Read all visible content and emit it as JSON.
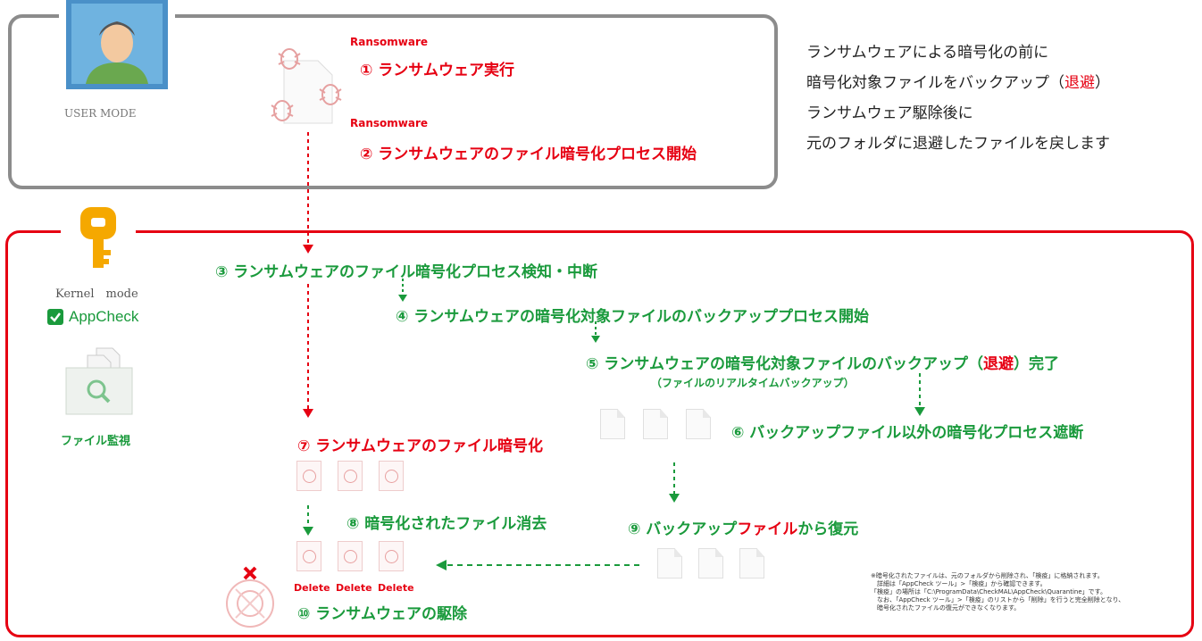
{
  "user_box": {
    "mode_label": "USER MODE",
    "ransomware_tag_1": "Ransomware",
    "step1": "① ランサムウェア実行",
    "ransomware_tag_2": "Ransomware",
    "step2": "② ランサムウェアのファイル暗号化プロセス開始"
  },
  "description": {
    "line1": "ランサムウェアによる暗号化の前に",
    "line2_a": "暗号化対象ファイルをバックアップ（",
    "line2_b": "退避",
    "line2_c": "）",
    "line3": "ランサムウェア駆除後に",
    "line4": "元のフォルダに退避したファイルを戻します"
  },
  "kernel_box": {
    "mode_label": "Kernel　mode",
    "brand": "AppCheck",
    "file_monitor_label": "ファイル監視",
    "step3": "③ ランサムウェアのファイル暗号化プロセス検知・中断",
    "step4": "④ ランサムウェアの暗号化対象ファイルのバックアッププロセス開始",
    "step5_a": "⑤ ランサムウェアの暗号化対象ファイルのバックアップ（",
    "step5_b": "退避",
    "step5_c": "）完了",
    "step5_sub": "（ファイルのリアルタイムバックアップ）",
    "step6": "⑥ バックアップファイル以外の暗号化プロセス遮断",
    "step7": "⑦ ランサムウェアのファイル暗号化",
    "step8": "⑧ 暗号化されたファイル消去",
    "step9_a": "⑨ バックアップ",
    "step9_b": "ファイル",
    "step9_c": "から復元",
    "step10": "⑩ ランサムウェアの駆除",
    "delete_labels": [
      "Delete",
      "Delete",
      "Delete"
    ],
    "notes": [
      "※暗号化されたファイルは、元のフォルダから削除され、「検疫」に格納されます。",
      "　詳細は「AppCheck ツール」>「検疫」から確認できます。",
      "「検疫」の場所は「C:\\ProgramData\\CheckMAL\\AppCheck\\Quarantine」です。",
      "　なお、「AppCheck ツール」>「検疫」のリストから「削除」を行うと完全削除となり、",
      "　暗号化されたファイルの復元ができなくなります。"
    ]
  },
  "colors": {
    "red": "#e60012",
    "green": "#1a9a3c",
    "gray_border": "#8c8c8c"
  },
  "icons": [
    "user-monitor-icon",
    "bug-icon",
    "key-icon",
    "shield-check-icon",
    "file-monitor-icon",
    "document-icon",
    "encrypted-document-icon",
    "virus-removed-icon"
  ]
}
